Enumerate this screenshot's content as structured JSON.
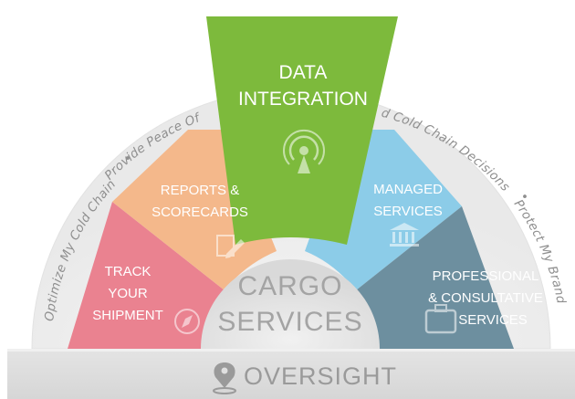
{
  "ring": {
    "segment_1": "Optimize My Cold Chain",
    "segment_2": "Provide Peace Of",
    "segment_3": "d Cold Chain Decisions",
    "segment_4": "Protect My Brand"
  },
  "wheel": {
    "center_line1": "CARGO",
    "center_line2": "SERVICES",
    "segments": [
      {
        "line1": "TRACK",
        "line2": "YOUR",
        "line3": "SHIPMENT",
        "color": "#ea8290",
        "icon": "compass-icon"
      },
      {
        "line1": "REPORTS &",
        "line2": "SCORECARDS",
        "color": "#f4b88b",
        "icon": "edit-document-icon"
      },
      {
        "line1": "DATA",
        "line2": "INTEGRATION",
        "color": "#7dba3c",
        "icon": "broadcast-tower-icon"
      },
      {
        "line1": "MANAGED",
        "line2": "SERVICES",
        "color": "#8ccce8",
        "icon": "bank-icon"
      },
      {
        "line1": "PROFESSIONAL",
        "line2": "& CONSULTATIVE",
        "line3": "SERVICES",
        "color": "#6d8f9f",
        "icon": "briefcase-icon"
      }
    ]
  },
  "base": {
    "label": "OVERSIGHT",
    "icon": "location-pin-icon"
  }
}
